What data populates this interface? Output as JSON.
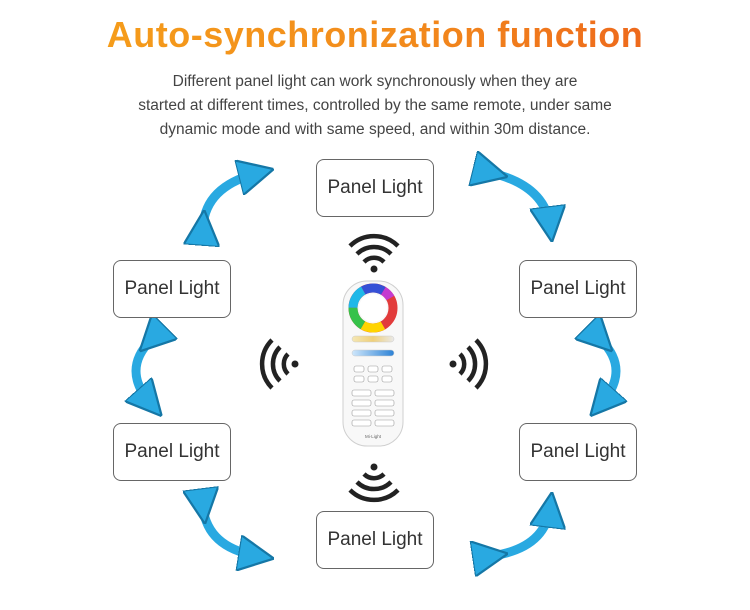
{
  "title": "Auto-synchronization function",
  "description": [
    "Different panel light can work synchronously when they are",
    "started at different times, controlled by the same remote, under same",
    "dynamic mode and with same speed, and within 30m distance."
  ],
  "panels": [
    "Panel Light",
    "Panel Light",
    "Panel Light",
    "Panel Light",
    "Panel Light",
    "Panel Light"
  ],
  "remote": {
    "brand": "Mi·Light"
  },
  "colors": {
    "title_start": "#f6a21a",
    "title_end": "#ec5a1c",
    "arrow": "#29a9e1",
    "signal": "#222222"
  },
  "icons": [
    "double-arrow-icon",
    "wifi-signal-icon",
    "remote-control-icon"
  ]
}
